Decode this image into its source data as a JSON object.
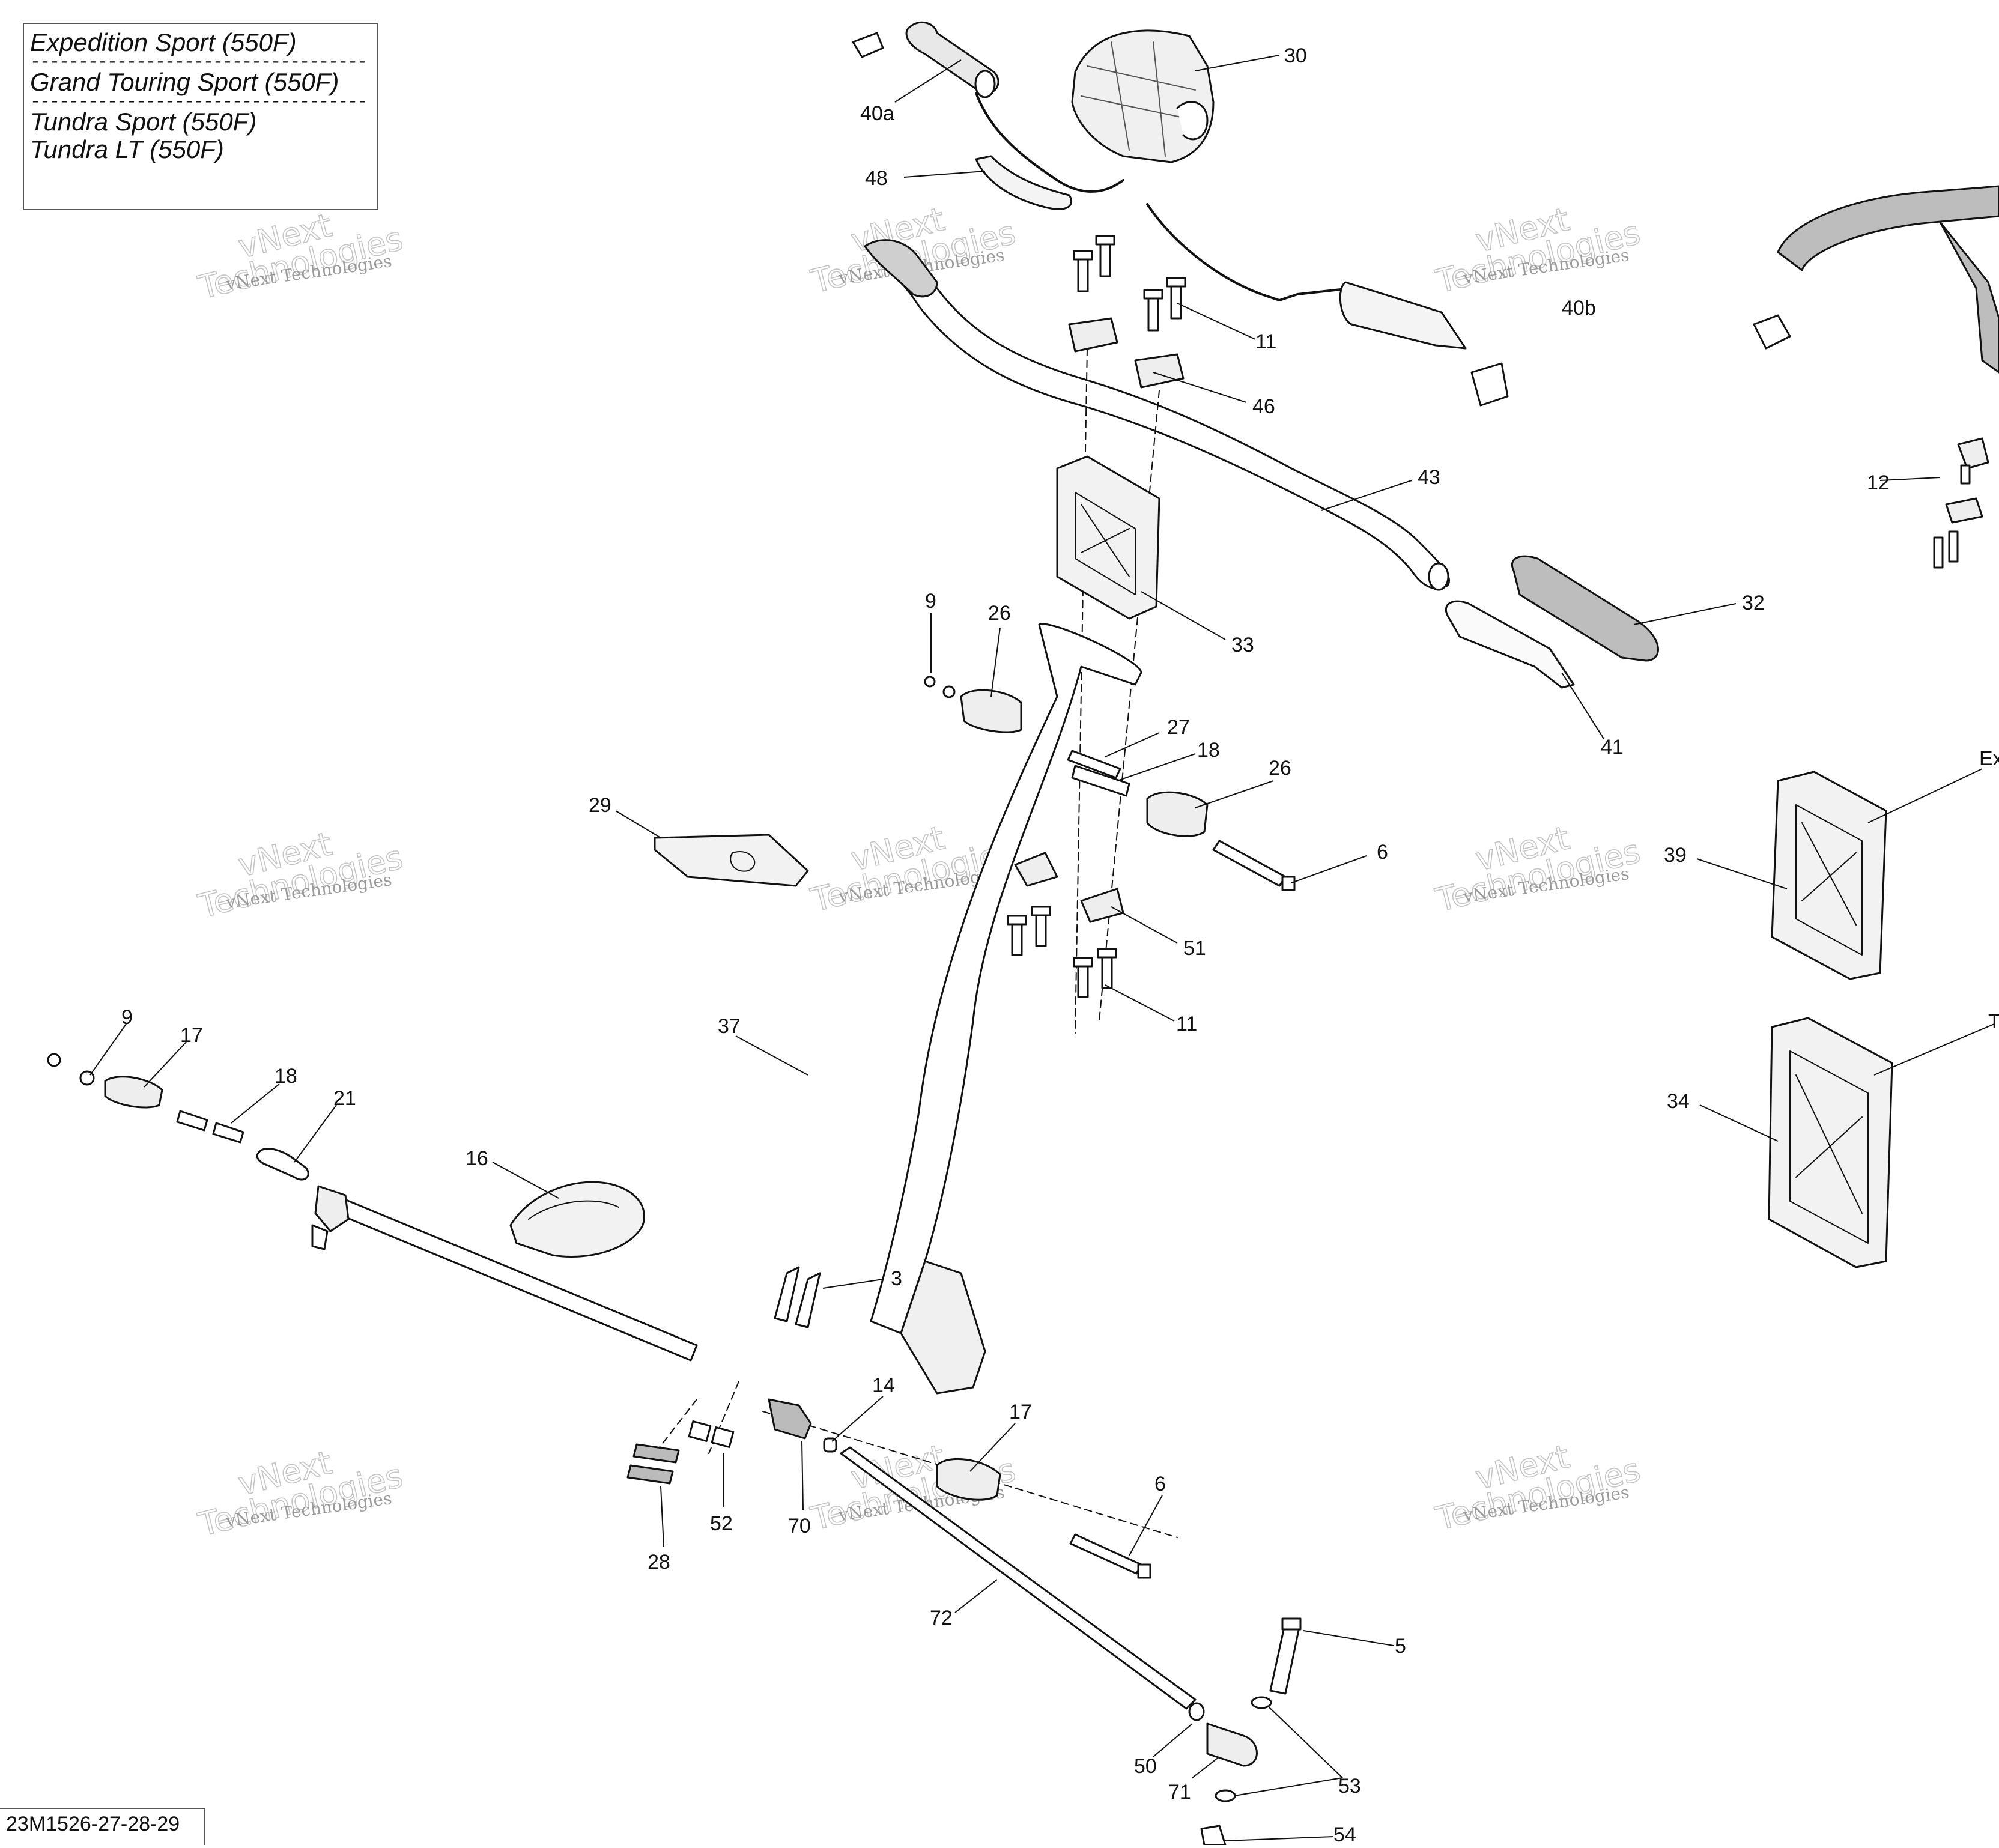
{
  "legend": {
    "model_1": "Expedition Sport (550F)",
    "separator_1": "-----------------------------------",
    "model_2": "Grand Touring Sport (550F)",
    "separator_2": "-----------------------------------",
    "model_3": "Tundra Sport (550F)",
    "model_4": "Tundra LT (550F)"
  },
  "diagram_code": "23M1526-27-28-29",
  "watermark": {
    "line_1": "vNext Technologies",
    "line_2": "vNext",
    "line_3": "Technologies"
  },
  "callouts": [
    {
      "id": "c-30",
      "text": "30"
    },
    {
      "id": "c-40a",
      "text": "40a"
    },
    {
      "id": "c-48",
      "text": "48"
    },
    {
      "id": "c-11a",
      "text": "11"
    },
    {
      "id": "c-40b",
      "text": "40b"
    },
    {
      "id": "c-46",
      "text": "46"
    },
    {
      "id": "c-43",
      "text": "43"
    },
    {
      "id": "c-12",
      "text": "12"
    },
    {
      "id": "c-33",
      "text": "33"
    },
    {
      "id": "c-32",
      "text": "32"
    },
    {
      "id": "c-9a",
      "text": "9"
    },
    {
      "id": "c-26a",
      "text": "26"
    },
    {
      "id": "c-41",
      "text": "41"
    },
    {
      "id": "c-27",
      "text": "27"
    },
    {
      "id": "c-18a",
      "text": "18"
    },
    {
      "id": "c-26b",
      "text": "26"
    },
    {
      "id": "c-ex",
      "text": "Ex"
    },
    {
      "id": "c-29",
      "text": "29"
    },
    {
      "id": "c-6a",
      "text": "6"
    },
    {
      "id": "c-39",
      "text": "39"
    },
    {
      "id": "c-51",
      "text": "51"
    },
    {
      "id": "c-11b",
      "text": "11"
    },
    {
      "id": "c-37",
      "text": "37"
    },
    {
      "id": "c-9b",
      "text": "9"
    },
    {
      "id": "c-17a",
      "text": "17"
    },
    {
      "id": "c-t",
      "text": "T"
    },
    {
      "id": "c-34",
      "text": "34"
    },
    {
      "id": "c-18b",
      "text": "18"
    },
    {
      "id": "c-21",
      "text": "21"
    },
    {
      "id": "c-16",
      "text": "16"
    },
    {
      "id": "c-3",
      "text": "3"
    },
    {
      "id": "c-14",
      "text": "14"
    },
    {
      "id": "c-17b",
      "text": "17"
    },
    {
      "id": "c-6b",
      "text": "6"
    },
    {
      "id": "c-52",
      "text": "52"
    },
    {
      "id": "c-70",
      "text": "70"
    },
    {
      "id": "c-28",
      "text": "28"
    },
    {
      "id": "c-72",
      "text": "72"
    },
    {
      "id": "c-5",
      "text": "5"
    },
    {
      "id": "c-50",
      "text": "50"
    },
    {
      "id": "c-53",
      "text": "53"
    },
    {
      "id": "c-71",
      "text": "71"
    },
    {
      "id": "c-54",
      "text": "54"
    }
  ]
}
